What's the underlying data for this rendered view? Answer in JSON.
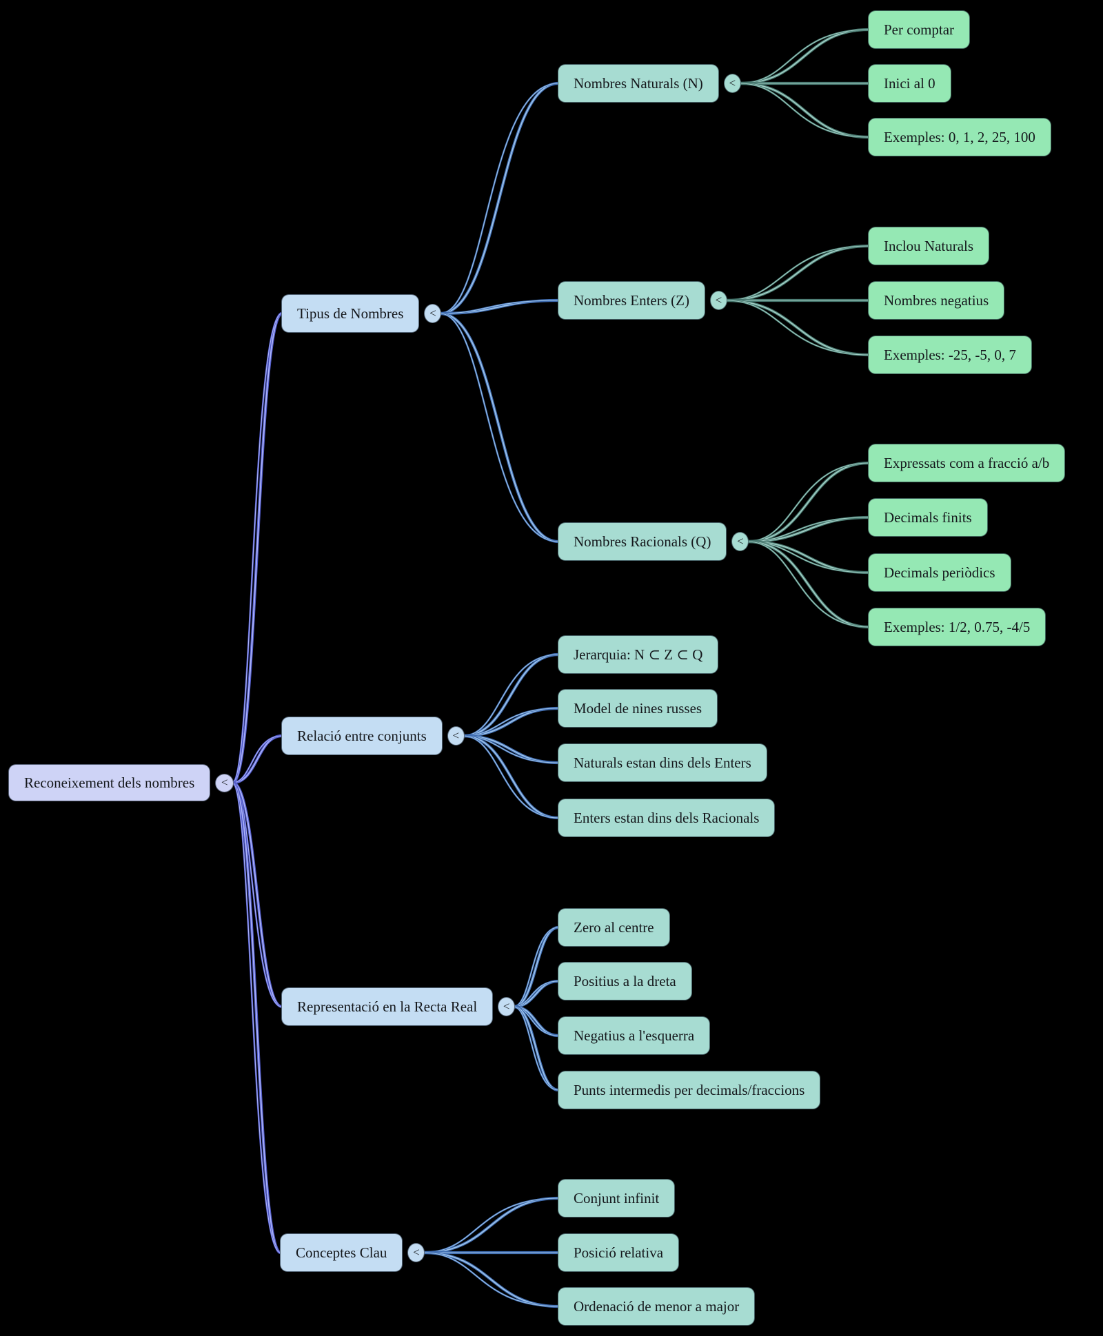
{
  "toggle_glyph": "<",
  "colors": {
    "background": "#000000",
    "depth0": {
      "fill": "#ced3f6",
      "edge_dark": "#5059c8",
      "edge_light": "#aab2f8"
    },
    "depth1": {
      "fill": "#c4ddf3",
      "edge_dark": "#3f6cb0",
      "edge_light": "#9cc2ea"
    },
    "depth2": {
      "fill": "#a7dcd2",
      "edge_dark": "#47776e",
      "edge_light": "#9fccc3"
    },
    "depth3": {
      "fill": "#95e8b4"
    }
  },
  "mindmap": {
    "root": {
      "label": "Reconeixement dels nombres"
    },
    "branches": [
      {
        "label": "Tipus de Nombres",
        "children": [
          {
            "label": "Nombres Naturals (N)",
            "children": [
              {
                "label": "Per comptar"
              },
              {
                "label": "Inici al 0"
              },
              {
                "label": "Exemples: 0, 1, 2, 25, 100"
              }
            ]
          },
          {
            "label": "Nombres Enters (Z)",
            "children": [
              {
                "label": "Inclou Naturals"
              },
              {
                "label": "Nombres negatius"
              },
              {
                "label": "Exemples: -25, -5, 0, 7"
              }
            ]
          },
          {
            "label": "Nombres Racionals (Q)",
            "children": [
              {
                "label": "Expressats com a fracció a/b"
              },
              {
                "label": "Decimals finits"
              },
              {
                "label": "Decimals periòdics"
              },
              {
                "label": "Exemples: 1/2, 0.75, -4/5"
              }
            ]
          }
        ]
      },
      {
        "label": "Relació entre conjunts",
        "children": [
          {
            "label": "Jerarquia: N ⊂ Z ⊂ Q"
          },
          {
            "label": "Model de nines russes"
          },
          {
            "label": "Naturals estan dins dels Enters"
          },
          {
            "label": "Enters estan dins dels Racionals"
          }
        ]
      },
      {
        "label": "Representació en la Recta Real",
        "children": [
          {
            "label": "Zero al centre"
          },
          {
            "label": "Positius a la dreta"
          },
          {
            "label": "Negatius a l'esquerra"
          },
          {
            "label": "Punts intermedis per decimals/fraccions"
          }
        ]
      },
      {
        "label": "Conceptes Clau",
        "children": [
          {
            "label": "Conjunt infinit"
          },
          {
            "label": "Posició relativa"
          },
          {
            "label": "Ordenació de menor a major"
          }
        ]
      }
    ]
  }
}
